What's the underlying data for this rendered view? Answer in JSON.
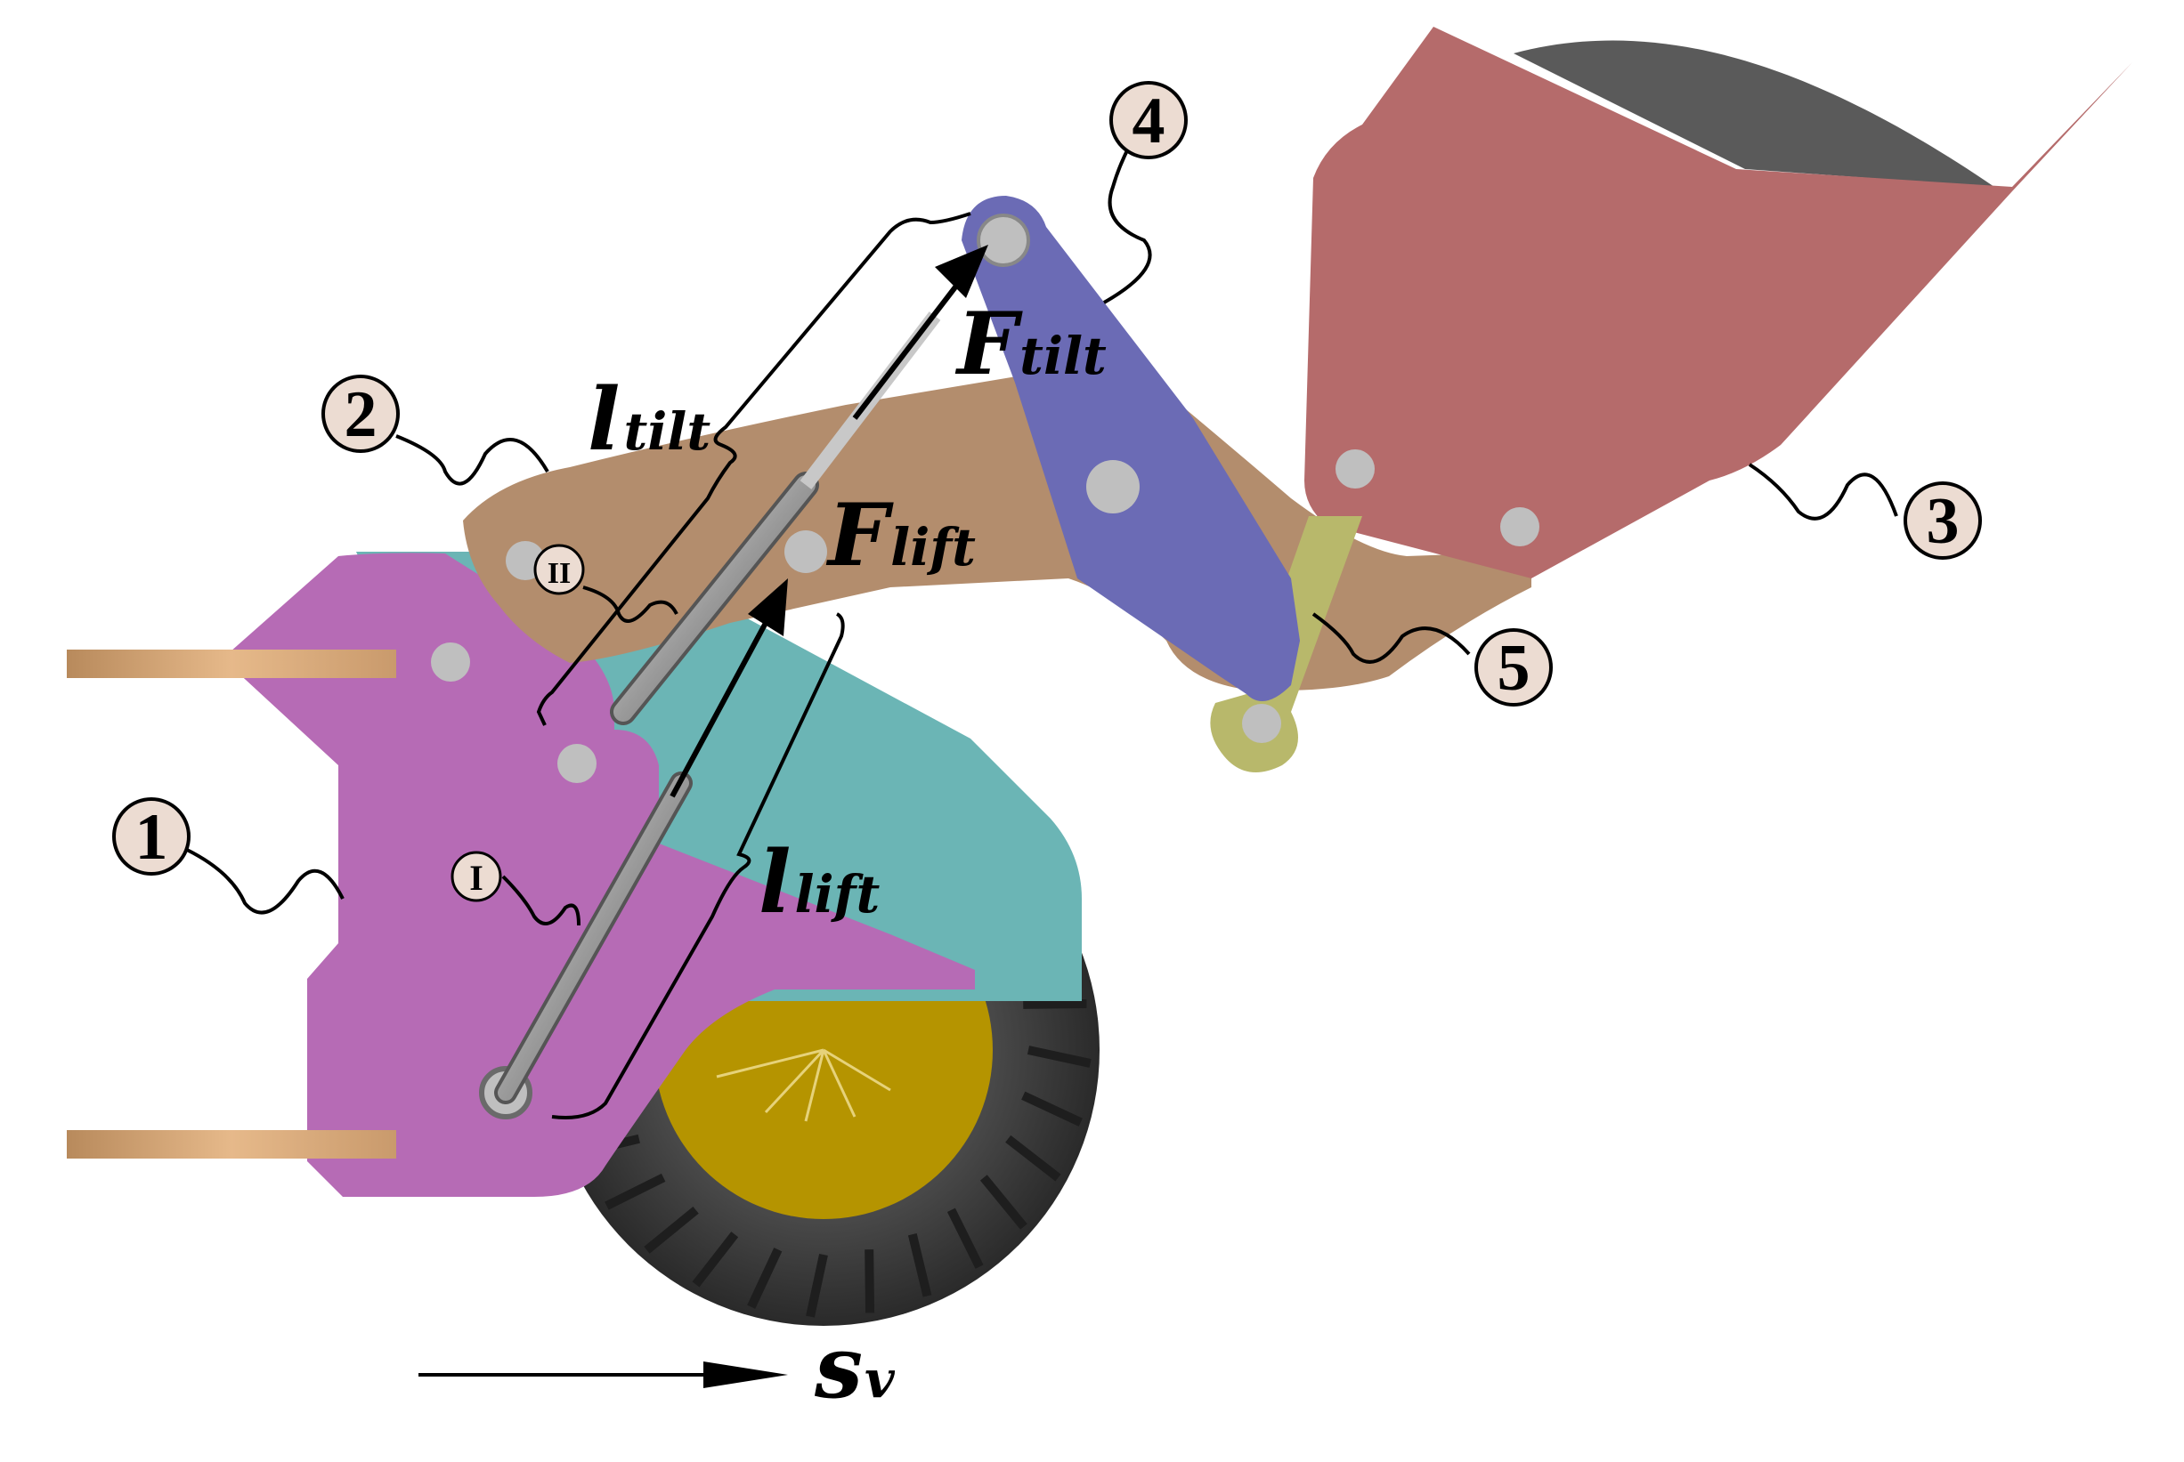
{
  "labels": {
    "l_tilt": {
      "main": "l",
      "sub": "tilt"
    },
    "l_lift": {
      "main": "l",
      "sub": "lift"
    },
    "f_tilt": {
      "main": "F",
      "sub": "tilt"
    },
    "f_lift": {
      "main": "F",
      "sub": "lift"
    },
    "s_v": {
      "main": "s",
      "sub": "v"
    }
  },
  "callouts": {
    "c1": "1",
    "c2": "2",
    "c3": "3",
    "c4": "4",
    "c5": "5",
    "cI": "I",
    "cII": "II"
  },
  "colors": {
    "frame": "#b66bb5",
    "lift_arm": "#b38d6d",
    "bucket": "#b56b6b",
    "bucket_interior": "#5a5a5a",
    "bell_crank": "#6b6bb5",
    "link": "#b8b86b",
    "fender": "#6bb5b5",
    "tire": "#3a3a3a",
    "rim": "#b59400",
    "pin": "#bfbfbf",
    "callout_fill": "#ecdcd2",
    "hitch": "#d9a877"
  }
}
